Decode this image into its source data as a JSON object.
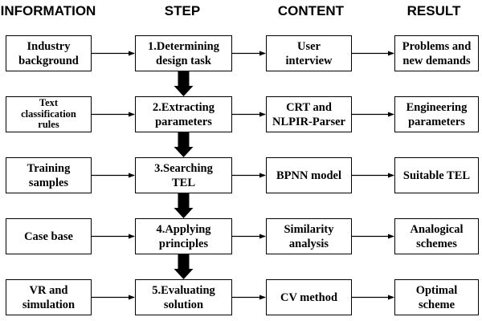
{
  "headers": {
    "information": "INFORMATION",
    "step": "STEP",
    "content": "CONTENT",
    "result": "RESULT"
  },
  "rows": [
    {
      "information": "Industry\nbackground",
      "step": "1.Determining\ndesign task",
      "content": "User\ninterview",
      "result": "Problems and\nnew demands"
    },
    {
      "information": "Text\nclassification\nrules",
      "step": "2.Extracting\nparameters",
      "content": "CRT and\nNLPIR-Parser",
      "result": "Engineering\nparameters"
    },
    {
      "information": "Training\nsamples",
      "step": "3.Searching\nTEL",
      "content": "BPNN model",
      "result": "Suitable TEL"
    },
    {
      "information": "Case base",
      "step": "4.Applying\nprinciples",
      "content": "Similarity\nanalysis",
      "result": "Analogical\nschemes"
    },
    {
      "information": "VR and\nsimulation",
      "step": "5.Evaluating\nsolution",
      "content": "CV method",
      "result": "Optimal\nscheme"
    }
  ]
}
